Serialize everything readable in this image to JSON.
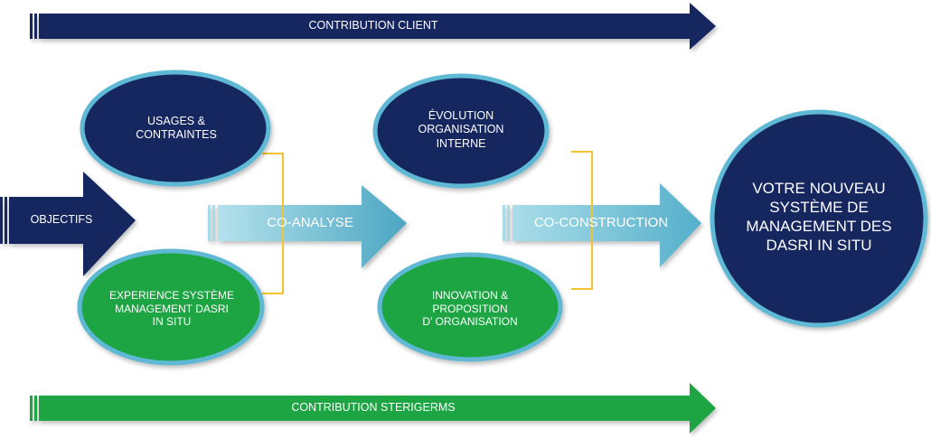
{
  "top_arrow": {
    "label": "CONTRIBUTION CLIENT",
    "color": "#13255e"
  },
  "bottom_arrow": {
    "label": "CONTRIBUTION STERIGERMS",
    "color": "#1aa542"
  },
  "objectifs": {
    "label": "OBJECTIFS",
    "color": "#13255e"
  },
  "co_analyse": {
    "label": "CO-ANALYSE"
  },
  "co_construction": {
    "label": "CO-CONSTRUCTION"
  },
  "ellipses": {
    "usages": {
      "line1": "USAGES &",
      "line2": "CONTRAINTES"
    },
    "experience": {
      "line1": "EXPERIENCE SYSTÈME",
      "line2": "MANAGEMENT DASRI",
      "line3": "IN SITU"
    },
    "evolution": {
      "line1": "ÉVOLUTION",
      "line2": "ORGANISATION",
      "line3": "INTERNE"
    },
    "innovation": {
      "line1": "INNOVATION &",
      "line2": "PROPOSITION",
      "line3": "D’ ORGANISATION"
    }
  },
  "result": {
    "line1": "VOTRE NOUVEAU",
    "line2": "SYSTÈME DE",
    "line3": "MANAGEMENT DES",
    "line4": "DASRI IN SITU"
  },
  "colors": {
    "navy": "#13255e",
    "green": "#1aa542",
    "outline": "#5fb8d4",
    "teal_light": "#a6dbe8",
    "teal_dark": "#4fa8c4",
    "bracket": "#f2c230"
  }
}
